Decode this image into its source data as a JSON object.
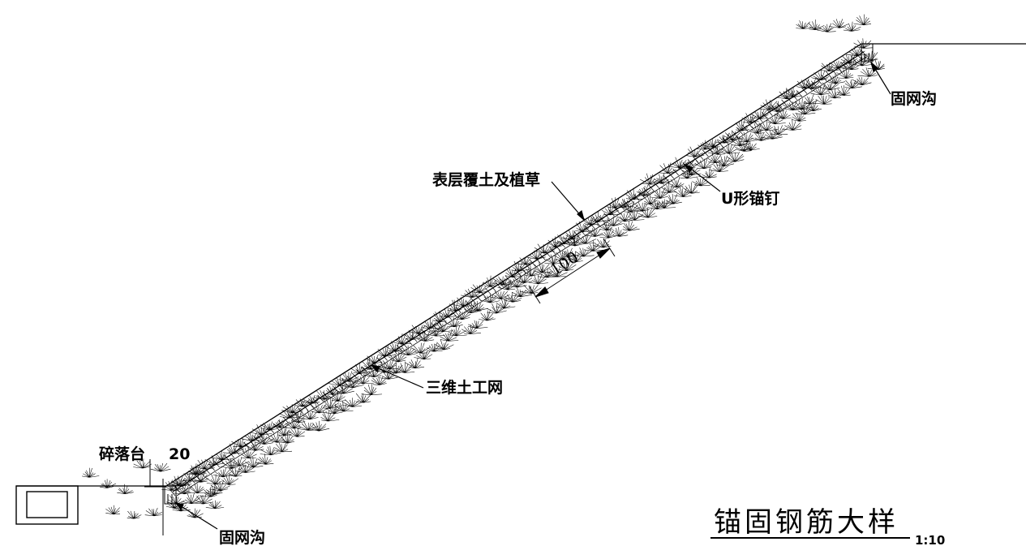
{
  "labels": {
    "top_trench": "固网沟",
    "surface_soil": "表层覆土及植草",
    "u_nail": "U形锚钉",
    "dimension": "100",
    "geonet": "三维土工网",
    "berm": "碎落台",
    "berm_width": "20",
    "bottom_trench": "固网沟"
  },
  "title": {
    "text": "锚固钢筋大样",
    "scale": "1:10"
  }
}
